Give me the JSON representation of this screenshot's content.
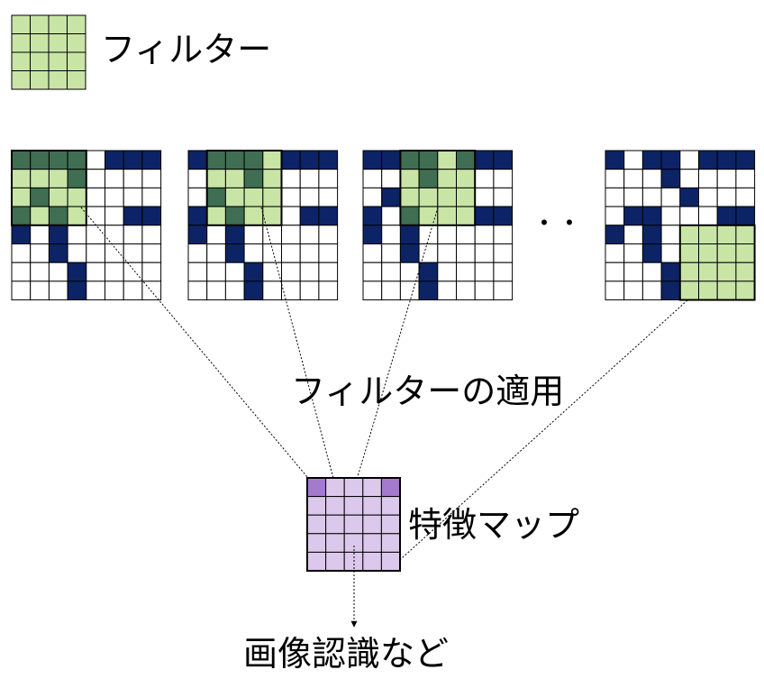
{
  "labels": {
    "filter": "フィルター",
    "apply_filter": "フィルターの適用",
    "feature_map": "特徴マップ",
    "recognition": "画像認識など",
    "ellipsis": "・・"
  },
  "colors": {
    "filter_fill": "#c9e5a6",
    "filter_over_dark": "#3f6e52",
    "dark_cell": "#0c2466",
    "grid_line": "#000000",
    "feature_map_fill": "#dcc8ec",
    "feature_map_highlight": "#a47acc"
  },
  "input_grid": {
    "rows": 8,
    "cols": 8,
    "dark_cells_first_three": [
      [
        0,
        0
      ],
      [
        0,
        1
      ],
      [
        0,
        2
      ],
      [
        0,
        3
      ],
      [
        0,
        5
      ],
      [
        0,
        6
      ],
      [
        0,
        7
      ],
      [
        1,
        3
      ],
      [
        2,
        1
      ],
      [
        3,
        0
      ],
      [
        3,
        2
      ],
      [
        3,
        6
      ],
      [
        3,
        7
      ],
      [
        4,
        0
      ],
      [
        4,
        2
      ],
      [
        5,
        2
      ],
      [
        6,
        3
      ],
      [
        7,
        3
      ]
    ],
    "dark_cells_last": [
      [
        0,
        0
      ],
      [
        0,
        2
      ],
      [
        0,
        3
      ],
      [
        0,
        5
      ],
      [
        0,
        6
      ],
      [
        0,
        7
      ],
      [
        1,
        3
      ],
      [
        2,
        4
      ],
      [
        3,
        1
      ],
      [
        3,
        2
      ],
      [
        3,
        6
      ],
      [
        3,
        7
      ],
      [
        4,
        0
      ],
      [
        4,
        2
      ],
      [
        5,
        2
      ],
      [
        6,
        3
      ],
      [
        7,
        3
      ]
    ]
  },
  "panels": [
    {
      "filter_row": 0,
      "filter_col": 0
    },
    {
      "filter_row": 0,
      "filter_col": 1
    },
    {
      "filter_row": 0,
      "filter_col": 2
    },
    {
      "filter_row": 4,
      "filter_col": 4
    }
  ],
  "feature_map": {
    "rows": 5,
    "cols": 5,
    "highlight_cells": [
      [
        0,
        0
      ],
      [
        0,
        4
      ]
    ]
  }
}
